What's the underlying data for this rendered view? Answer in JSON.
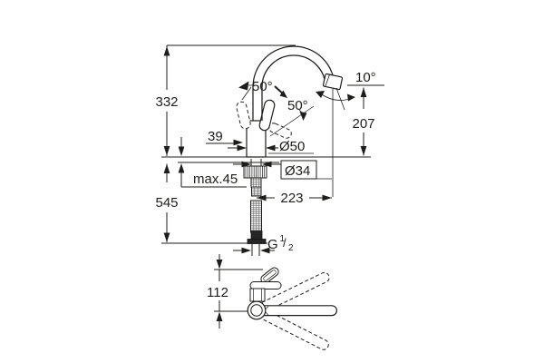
{
  "colors": {
    "line": "#1d1d1b",
    "background": "#ffffff"
  },
  "labels": {
    "height_above_counter": "332",
    "depth_below_counter": "545",
    "lever_offset": "39",
    "max_counter_thickness": "max.45",
    "lever_angle_left": "50°",
    "lever_angle_right": "50°",
    "spout_outlet_angle": "10°",
    "outlet_height": "207",
    "body_diameter": "Ø50",
    "hole_diameter": "Ø34",
    "spout_reach": "223",
    "thread_letter": "G",
    "thread_numerator": "1",
    "thread_slash": "/",
    "thread_denominator": "2",
    "swivel_front_offset": "112"
  }
}
